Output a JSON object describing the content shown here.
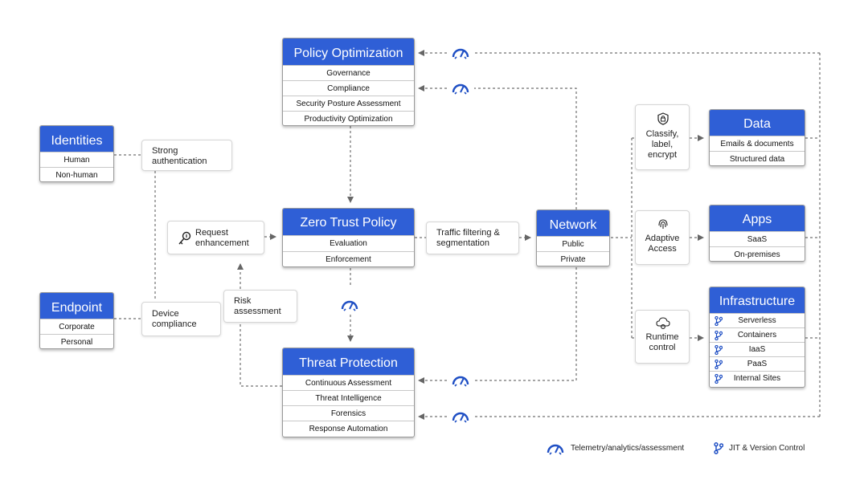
{
  "policy_optimization": {
    "title": "Policy Optimization",
    "items": [
      "Governance",
      "Compliance",
      "Security Posture Assessment",
      "Productivity Optimization"
    ]
  },
  "zero_trust_policy": {
    "title": "Zero Trust Policy",
    "items": [
      "Evaluation",
      "Enforcement"
    ]
  },
  "threat_protection": {
    "title": "Threat Protection",
    "items": [
      "Continuous Assessment",
      "Threat Intelligence",
      "Forensics",
      "Response Automation"
    ]
  },
  "identities": {
    "title": "Identities",
    "items": [
      "Human",
      "Non-human"
    ]
  },
  "endpoint": {
    "title": "Endpoint",
    "items": [
      "Corporate",
      "Personal"
    ]
  },
  "network": {
    "title": "Network",
    "items": [
      "Public",
      "Private"
    ]
  },
  "data": {
    "title": "Data",
    "items": [
      "Emails & documents",
      "Structured data"
    ]
  },
  "apps": {
    "title": "Apps",
    "items": [
      "SaaS",
      "On-premises"
    ]
  },
  "infrastructure": {
    "title": "Infrastructure",
    "items": [
      "Serverless",
      "Containers",
      "IaaS",
      "PaaS",
      "Internal Sites"
    ]
  },
  "labels": {
    "strong_auth": "Strong authentication",
    "device_compliance": "Device compliance",
    "request_enhancement": "Request enhancement",
    "risk_assessment": "Risk assessment",
    "traffic_filtering": "Traffic filtering & segmentation",
    "classify": "Classify, label, encrypt",
    "adaptive_access": "Adaptive Access",
    "runtime_control": "Runtime control"
  },
  "legend": {
    "telemetry": "Telemetry/analytics/assessment",
    "jit": "JIT & Version Control"
  },
  "colors": {
    "header_blue": "#2f5fd6",
    "icon_blue": "#1f4fc4",
    "line_gray": "#707070"
  },
  "icons": {
    "telemetry": "gauge-icon",
    "jit": "branch-icon",
    "request": "fingerprint-key-icon",
    "classify": "shield-lock-icon",
    "adaptive": "fingerprint-icon",
    "runtime": "cloud-gear-icon"
  }
}
